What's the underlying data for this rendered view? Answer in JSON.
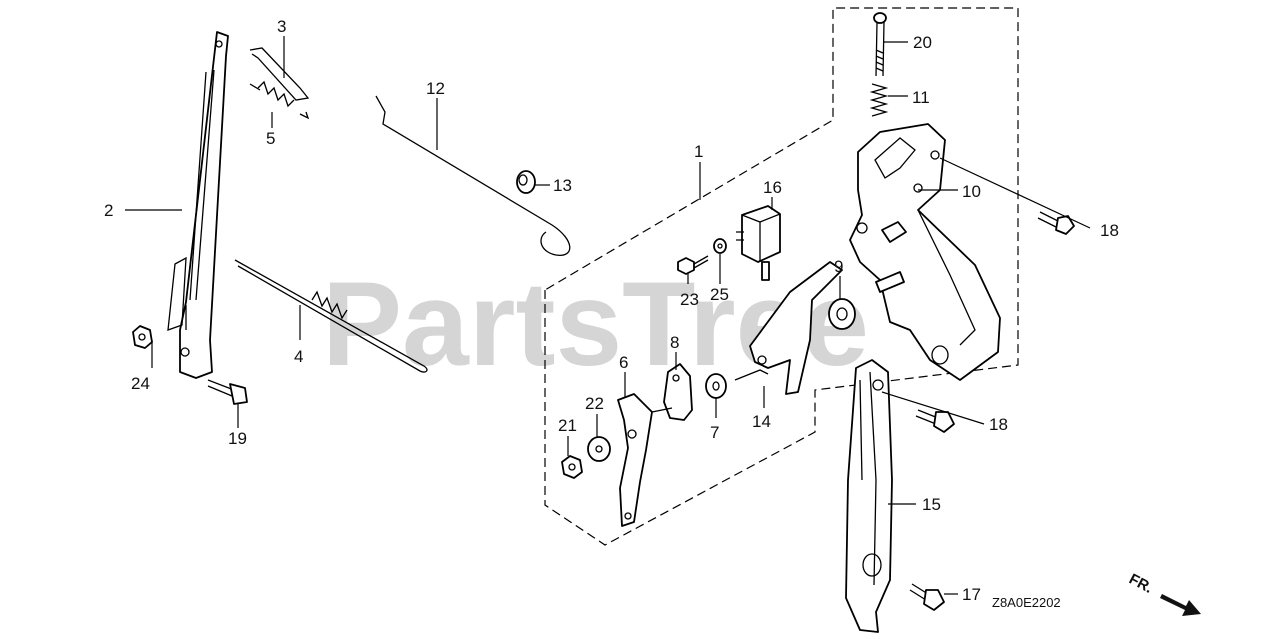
{
  "watermark": {
    "text": "PartsTree",
    "trademark": "™"
  },
  "diagram_code": "Z8A0E2202",
  "front_indicator": "FR.",
  "callouts": [
    {
      "id": "1",
      "label": "1"
    },
    {
      "id": "2",
      "label": "2"
    },
    {
      "id": "3",
      "label": "3"
    },
    {
      "id": "4",
      "label": "4"
    },
    {
      "id": "5",
      "label": "5"
    },
    {
      "id": "6",
      "label": "6"
    },
    {
      "id": "7",
      "label": "7"
    },
    {
      "id": "8",
      "label": "8"
    },
    {
      "id": "9",
      "label": "9"
    },
    {
      "id": "10",
      "label": "10"
    },
    {
      "id": "11",
      "label": "11"
    },
    {
      "id": "12",
      "label": "12"
    },
    {
      "id": "13",
      "label": "13"
    },
    {
      "id": "14",
      "label": "14"
    },
    {
      "id": "15",
      "label": "15"
    },
    {
      "id": "16",
      "label": "16"
    },
    {
      "id": "17",
      "label": "17"
    },
    {
      "id": "18a",
      "label": "18"
    },
    {
      "id": "18b",
      "label": "18"
    },
    {
      "id": "19",
      "label": "19"
    },
    {
      "id": "20",
      "label": "20"
    },
    {
      "id": "21",
      "label": "21"
    },
    {
      "id": "22",
      "label": "22"
    },
    {
      "id": "23",
      "label": "23"
    },
    {
      "id": "24",
      "label": "24"
    },
    {
      "id": "25",
      "label": "25"
    }
  ]
}
